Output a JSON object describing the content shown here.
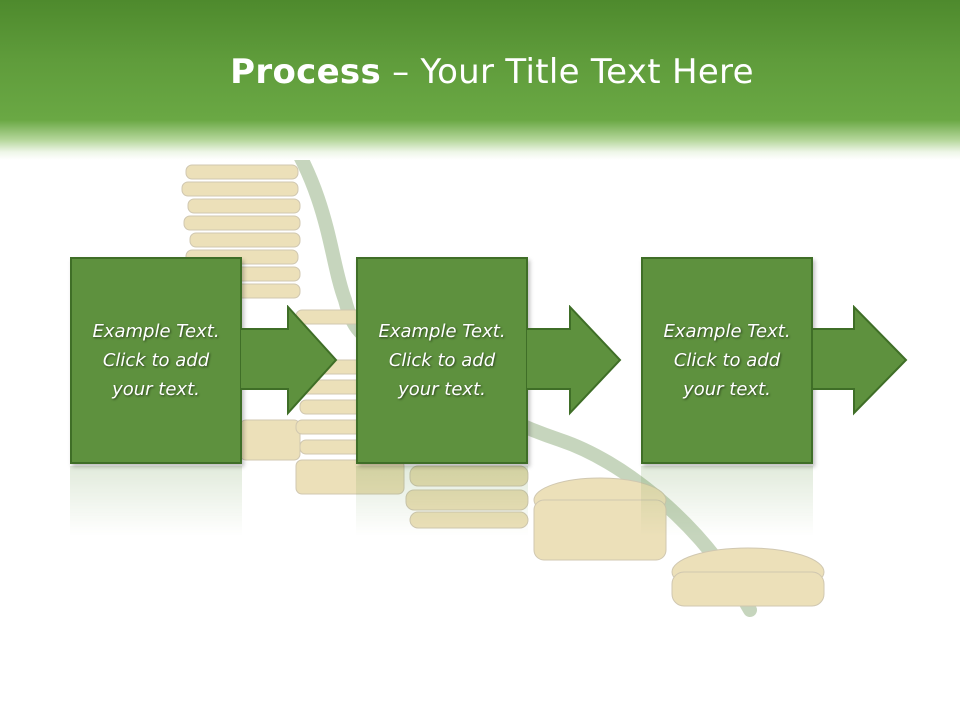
{
  "slide": {
    "title_bold": "Process",
    "title_rest": " – Your Title Text Here"
  },
  "steps": [
    {
      "text": "Example Text. Click  to add your text."
    },
    {
      "text": "Example Text. Click  to add your text."
    },
    {
      "text": "Example Text. Click  to add your text."
    }
  ],
  "colors": {
    "header_green": "#5f9c3b",
    "box_fill": "#5e913e",
    "box_border": "#3f6e27",
    "coin_gold": "#c9a73a"
  },
  "background_image": "coin-stacks-with-green-growth-arrow"
}
